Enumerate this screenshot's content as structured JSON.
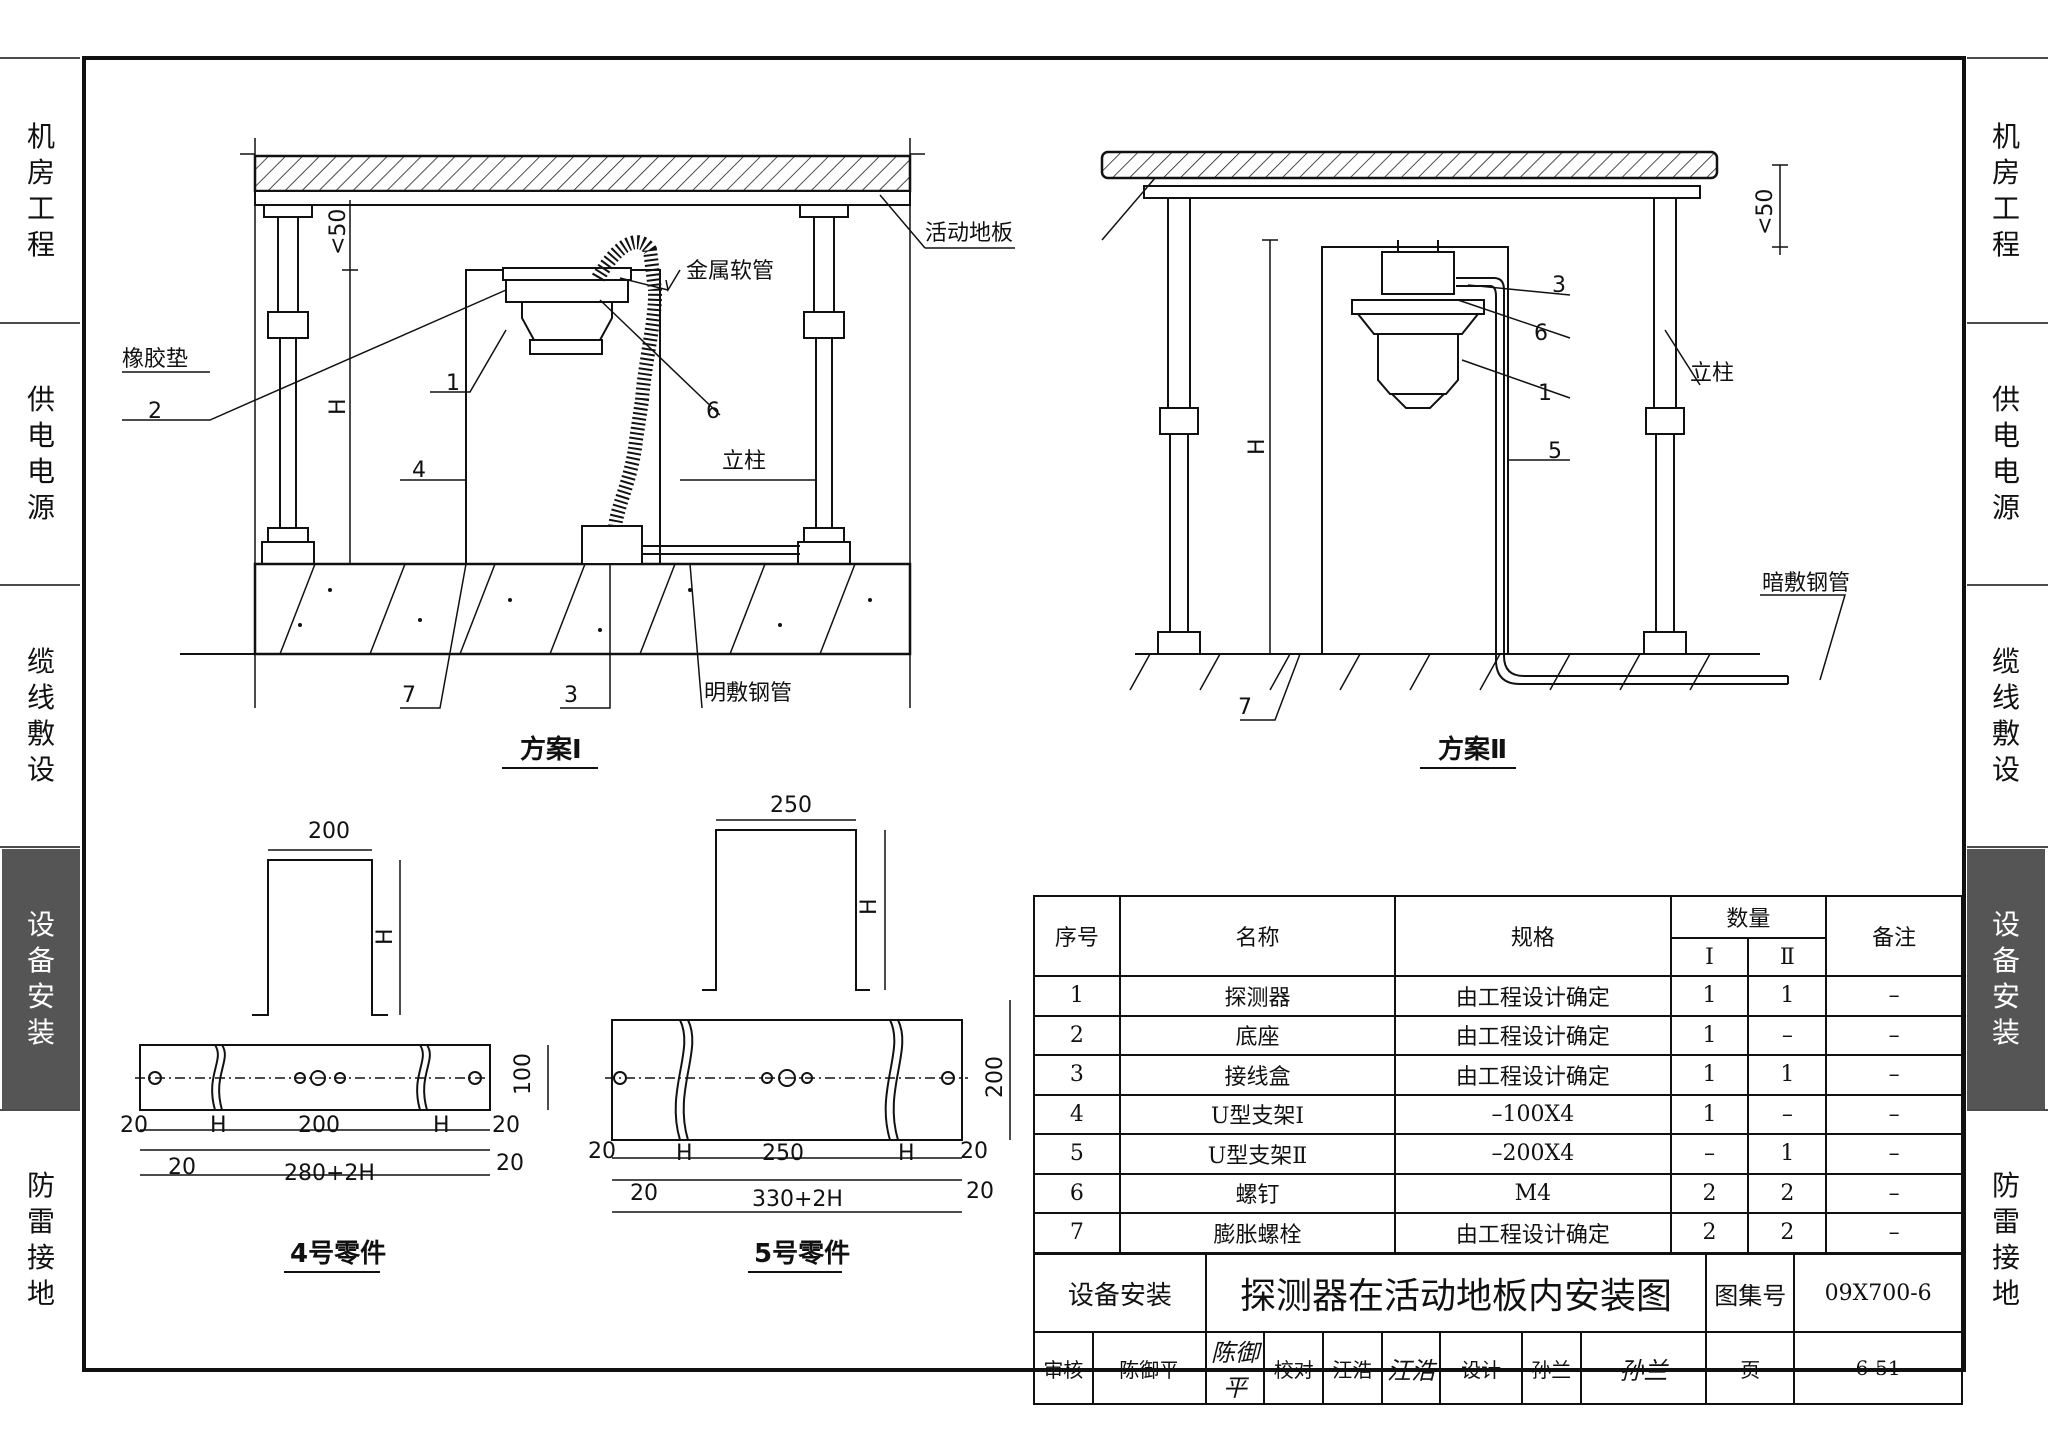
{
  "side_tabs": {
    "left": [
      {
        "label": "机房工程",
        "active": false
      },
      {
        "label": "供电电源",
        "active": false
      },
      {
        "label": "缆线敷设",
        "active": false
      },
      {
        "label": "设备安装",
        "active": true
      },
      {
        "label": "防雷接地",
        "active": false
      }
    ],
    "right": [
      {
        "label": "机房工程",
        "active": false
      },
      {
        "label": "供电电源",
        "active": false
      },
      {
        "label": "缆线敷设",
        "active": false
      },
      {
        "label": "设备安装",
        "active": true
      },
      {
        "label": "防雷接地",
        "active": false
      }
    ]
  },
  "scheme1": {
    "title": "方案Ⅰ",
    "labels": {
      "rubber_pad": "橡胶垫",
      "metal_hose": "金属软管",
      "raised_floor": "活动地板",
      "column": "立柱",
      "exposed_pipe": "明敷钢管",
      "dim_lt50": "<50",
      "dim_h": "H",
      "n1": "1",
      "n2": "2",
      "n3": "3",
      "n4": "4",
      "n6": "6",
      "n7": "7"
    }
  },
  "scheme2": {
    "title": "方案Ⅱ",
    "labels": {
      "column": "立柱",
      "concealed_pipe": "暗敷钢管",
      "dim_lt50": "<50",
      "dim_h": "H",
      "n1": "1",
      "n3": "3",
      "n5": "5",
      "n6": "6",
      "n7": "7"
    }
  },
  "part4": {
    "title": "4号零件",
    "dims": {
      "top_width": "200",
      "height": "H",
      "plate_height": "100",
      "gap_left": "20",
      "gap_right": "20",
      "h_left": "H",
      "center": "200",
      "h_right": "H",
      "edge_left": "20",
      "edge_right": "20",
      "total": "280+2H"
    }
  },
  "part5": {
    "title": "5号零件",
    "dims": {
      "top_width": "250",
      "height": "H",
      "plate_height": "200",
      "gap_left": "20",
      "gap_right": "20",
      "h_left": "H",
      "center": "250",
      "h_right": "H",
      "edge_left": "20",
      "edge_right": "20",
      "total": "330+2H"
    }
  },
  "parts_table": {
    "headers": {
      "no": "序号",
      "name": "名称",
      "spec": "规格",
      "qty": "数量",
      "qty1": "Ⅰ",
      "qty2": "Ⅱ",
      "remark": "备注"
    },
    "rows": [
      {
        "no": "1",
        "name": "探测器",
        "spec": "由工程设计确定",
        "q1": "1",
        "q2": "1",
        "remark": "–"
      },
      {
        "no": "2",
        "name": "底座",
        "spec": "由工程设计确定",
        "q1": "1",
        "q2": "–",
        "remark": "–"
      },
      {
        "no": "3",
        "name": "接线盒",
        "spec": "由工程设计确定",
        "q1": "1",
        "q2": "1",
        "remark": "–"
      },
      {
        "no": "4",
        "name": "U型支架Ⅰ",
        "spec": "–100X4",
        "q1": "1",
        "q2": "–",
        "remark": "–"
      },
      {
        "no": "5",
        "name": "U型支架Ⅱ",
        "spec": "–200X4",
        "q1": "–",
        "q2": "1",
        "remark": "–"
      },
      {
        "no": "6",
        "name": "螺钉",
        "spec": "M4",
        "q1": "2",
        "q2": "2",
        "remark": "–"
      },
      {
        "no": "7",
        "name": "膨胀螺栓",
        "spec": "由工程设计确定",
        "q1": "2",
        "q2": "2",
        "remark": "–"
      }
    ]
  },
  "title_block": {
    "category": "设备安装",
    "drawing_title": "探测器在活动地板内安装图",
    "atlas_label": "图集号",
    "atlas_no": "09X700-6",
    "review_label": "审核",
    "reviewer": "陈御平",
    "reviewer_sig": "陈御平",
    "check_label": "校对",
    "checker": "汪浩",
    "checker_sig": "汪浩",
    "design_label": "设计",
    "designer": "孙兰",
    "designer_sig": "孙兰",
    "page_label": "页",
    "page_no": "6-51"
  }
}
